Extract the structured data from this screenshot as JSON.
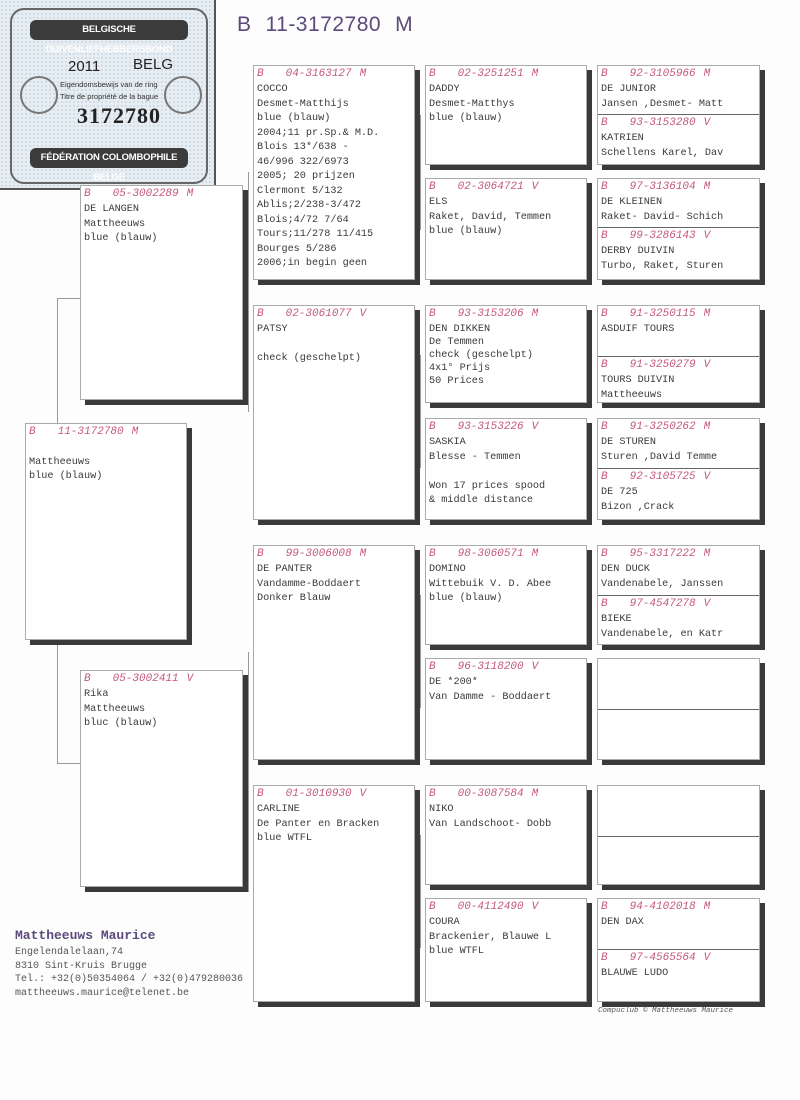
{
  "title": {
    "country": "B",
    "ring": "11-3172780",
    "sex": "M"
  },
  "ring_card": {
    "top_band": "BELGISCHE DUIVENLIEFHEBBERSBOND",
    "year": "2011",
    "country": "BELG",
    "line1": "Eigendomsbewijs van de ring",
    "line2": "Titre de propriété de la bague",
    "number": "3172780",
    "bottom_band": "FÉDÉRATION COLOMBOPHILE BELGE"
  },
  "pedigree": {
    "subject": {
      "c": "B",
      "ring": "11-3172780",
      "sex": "M",
      "info": "\nMattheeuws\nblue (blauw)"
    },
    "sire": {
      "c": "B",
      "ring": "05-3002289",
      "sex": "M",
      "info": "DE LANGEN\nMattheeuws\nblue (blauw)"
    },
    "dam": {
      "c": "B",
      "ring": "05-3002411",
      "sex": "V",
      "info": "Rika\nMattheeuws\nbluc (blauw)"
    },
    "ss": {
      "c": "B",
      "ring": "04-3163127",
      "sex": "M",
      "info": "COCCO\nDesmet-Matthijs\nblue (blauw)\n2004;11 pr.Sp.& M.D.\nBlois 13*/638 -\n46/996 322/6973\n2005; 20 prijzen\nClermont 5/132\nAblis;2/238-3/472\nBlois;4/72 7/64\nTours;11/278 11/415\nBourges 5/286\n2006;in begin geen"
    },
    "sd": {
      "c": "B",
      "ring": "02-3061077",
      "sex": "V",
      "info": "PATSY\n\ncheck (geschelpt)"
    },
    "ds": {
      "c": "B",
      "ring": "99-3006008",
      "sex": "M",
      "info": "DE PANTER\nVandamme-Boddaert\nDonker Blauw"
    },
    "dd": {
      "c": "B",
      "ring": "01-3010930",
      "sex": "V",
      "info": "CARLINE\nDe Panter en Bracken\nblue WTFL"
    },
    "sss": {
      "c": "B",
      "ring": "02-3251251",
      "sex": "M",
      "info": "DADDY\nDesmet-Matthys\nblue (blauw)"
    },
    "ssd": {
      "c": "B",
      "ring": "02-3064721",
      "sex": "V",
      "info": "ELS\nRaket, David, Temmen\nblue (blauw)"
    },
    "sds": {
      "c": "B",
      "ring": "93-3153206",
      "sex": "M",
      "info": "DEN DIKKEN\nDe Temmen\ncheck (geschelpt)\n4x1° Prijs\n50 Prices"
    },
    "sdd": {
      "c": "B",
      "ring": "93-3153226",
      "sex": "V",
      "info": "SASKIA\nBlesse - Temmen\n\nWon 17 prices spood\n& middle distance"
    },
    "dss": {
      "c": "B",
      "ring": "98-3060571",
      "sex": "M",
      "info": "DOMINO\nWittebuik V. D. Abee\nblue (blauw)"
    },
    "dsd": {
      "c": "B",
      "ring": "96-3118200",
      "sex": "V",
      "info": "DE *200*\nVan Damme - Boddaert"
    },
    "dds": {
      "c": "B",
      "ring": "00-3087584",
      "sex": "M",
      "info": "NIKO\nVan Landschoot- Dobb"
    },
    "ddd": {
      "c": "B",
      "ring": "00-4112490",
      "sex": "V",
      "info": "COURA\nBrackenier, Blauwe L\nblue WTFL"
    },
    "g5": [
      {
        "c": "B",
        "ring": "92-3105966",
        "sex": "M",
        "info": "DE JUNIOR\nJansen ,Desmet- Matt"
      },
      {
        "c": "B",
        "ring": "93-3153280",
        "sex": "V",
        "info": "KATRIEN\nSchellens Karel, Dav"
      },
      {
        "c": "B",
        "ring": "97-3136104",
        "sex": "M",
        "info": "DE KLEINEN\nRaket- David- Schich"
      },
      {
        "c": "B",
        "ring": "99-3286143",
        "sex": "V",
        "info": "DERBY DUIVIN\nTurbo, Raket, Sturen"
      },
      {
        "c": "B",
        "ring": "91-3250115",
        "sex": "M",
        "info": "ASDUIF TOURS"
      },
      {
        "c": "B",
        "ring": "91-3250279",
        "sex": "V",
        "info": "TOURS DUIVIN\nMattheeuws"
      },
      {
        "c": "B",
        "ring": "91-3250262",
        "sex": "M",
        "info": "DE STUREN\nSturen  ,David Temme"
      },
      {
        "c": "B",
        "ring": "92-3105725",
        "sex": "V",
        "info": "DE 725\nBizon ,Crack"
      },
      {
        "c": "B",
        "ring": "95-3317222",
        "sex": "M",
        "info": "DEN DUCK\nVandenabele, Janssen"
      },
      {
        "c": "B",
        "ring": "97-4547278",
        "sex": "V",
        "info": "BIEKE\nVandenabele, en Katr"
      },
      {
        "c": "B",
        "ring": "94-4102018",
        "sex": "M",
        "info": "DEN DAX"
      },
      {
        "c": "B",
        "ring": "97-4565564",
        "sex": "V",
        "info": "BLAUWE LUDO"
      }
    ]
  },
  "breeder": {
    "name": "Mattheeuws Maurice",
    "street": "Engelendalelaan,74",
    "city": "8310  Sint-Kruis Brugge",
    "phone": "Tel.: +32(0)50354064 / +32(0)479280036",
    "email": "mattheeuws.maurice@telenet.be"
  },
  "footer": "Compuclub © Mattheeuws Maurice"
}
